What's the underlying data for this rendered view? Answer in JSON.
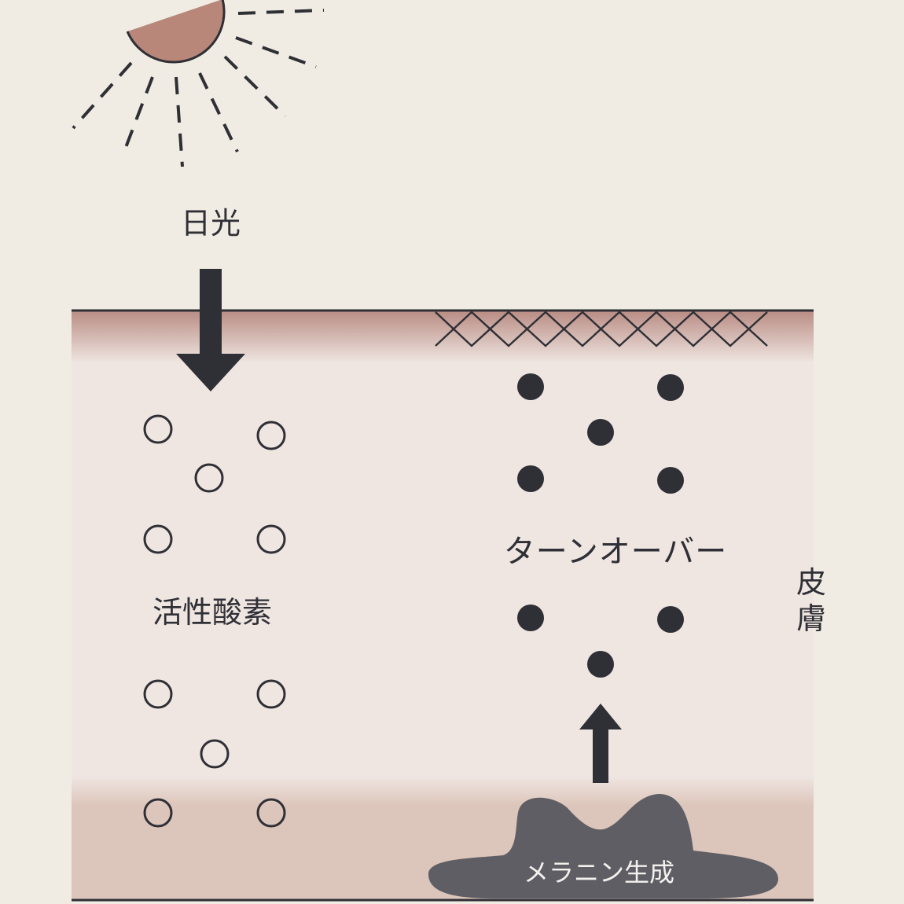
{
  "labels": {
    "sunlight": "日光",
    "reactive_oxygen": "活性酸素",
    "turnover": "ターンオーバー",
    "melanin": "メラニン生成",
    "skin": "皮膚"
  },
  "colors": {
    "background": "#f1ece3",
    "sun": "#b88779",
    "ink": "#2f2f36",
    "skin_surface": "#b88b82",
    "skin_middle": "#efe5e1",
    "skin_bottom": "#dcc5ba",
    "melanin_blob": "#5f5e64"
  },
  "icons": {
    "sun": "sun-icon",
    "sunlight_arrow": "arrow-down-icon",
    "turnover_arrow": "arrow-up-icon",
    "damage_marks": "cross-hatch-icon",
    "reactive_oxygen_particles": "hollow-circle-icon",
    "melanin_particles": "filled-circle-icon"
  }
}
